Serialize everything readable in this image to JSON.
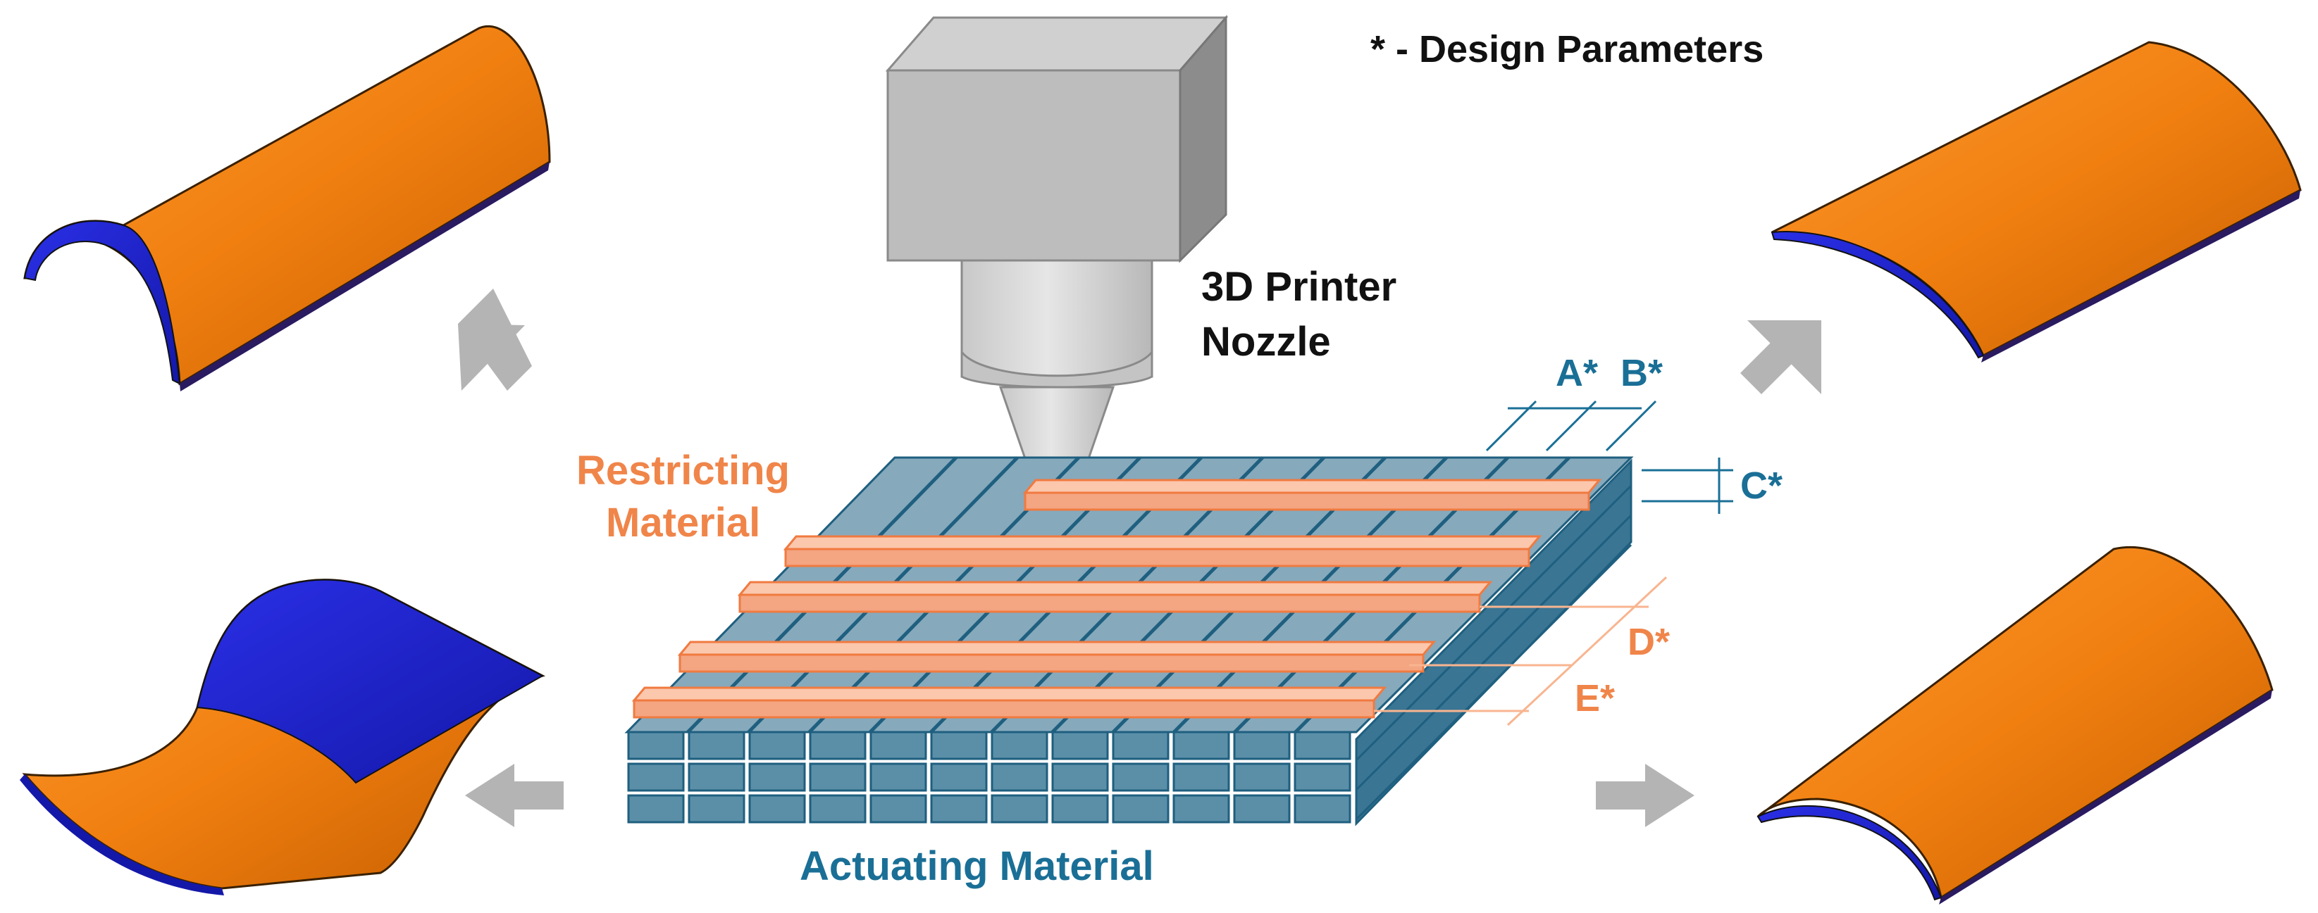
{
  "legend_note": "* - Design Parameters",
  "nozzle_label_line1": "3D Printer",
  "nozzle_label_line2": "Nozzle",
  "restricting_line1": "Restricting",
  "restricting_line2": "Material",
  "actuating_label": "Actuating Material",
  "params": {
    "a": "A*",
    "b": "B*",
    "c": "C*",
    "d": "D*",
    "e": "E*"
  },
  "colors": {
    "actuating": "#5b8fa8",
    "actuating_dark": "#1f5f7f",
    "restricting": "#f4a582",
    "restricting_stroke": "#f07a40",
    "param_blue": "#1a6f96",
    "param_orange": "#f0854a",
    "shell_orange": "#f07f10",
    "shell_blue": "#1a1fd0",
    "nozzle_grey": "#bdbdbd",
    "arrow_grey": "#b4b4b4"
  },
  "icons": [
    "arrow-up-left-icon",
    "arrow-up-right-icon",
    "arrow-left-icon",
    "arrow-right-icon"
  ]
}
